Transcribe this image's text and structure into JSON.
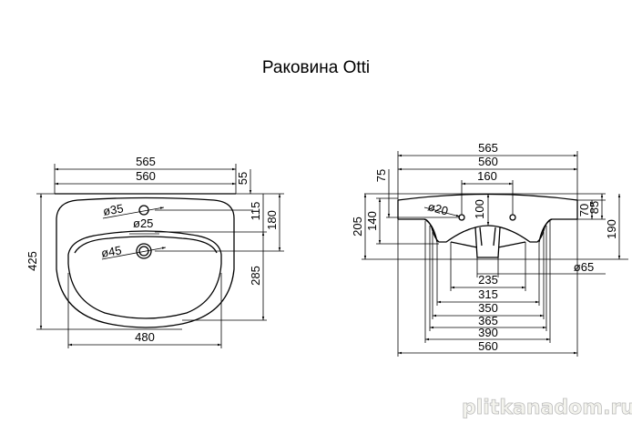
{
  "title": "Раковина  Otti",
  "top_view": {
    "width_overall": "565",
    "width_rim": "560",
    "depth_overall": "425",
    "bowl_width": "480",
    "tap_hole": "ø35",
    "overflow": "ø25",
    "drain": "ø45",
    "dim_55": "55",
    "dim_115": "115",
    "dim_180": "180",
    "dim_285": "285"
  },
  "front_view": {
    "width_overall": "565",
    "width_rim": "560",
    "hole_spacing": "160",
    "fixing_holes": "ø20",
    "dim_100": "100",
    "dim_75": "75",
    "dim_205": "205",
    "dim_140": "140",
    "dim_70": "70",
    "dim_85": "85",
    "dim_190": "190",
    "drain": "ø65",
    "widths": [
      "235",
      "315",
      "350",
      "365",
      "390",
      "560"
    ]
  },
  "watermark": "plitkanadom.ru"
}
